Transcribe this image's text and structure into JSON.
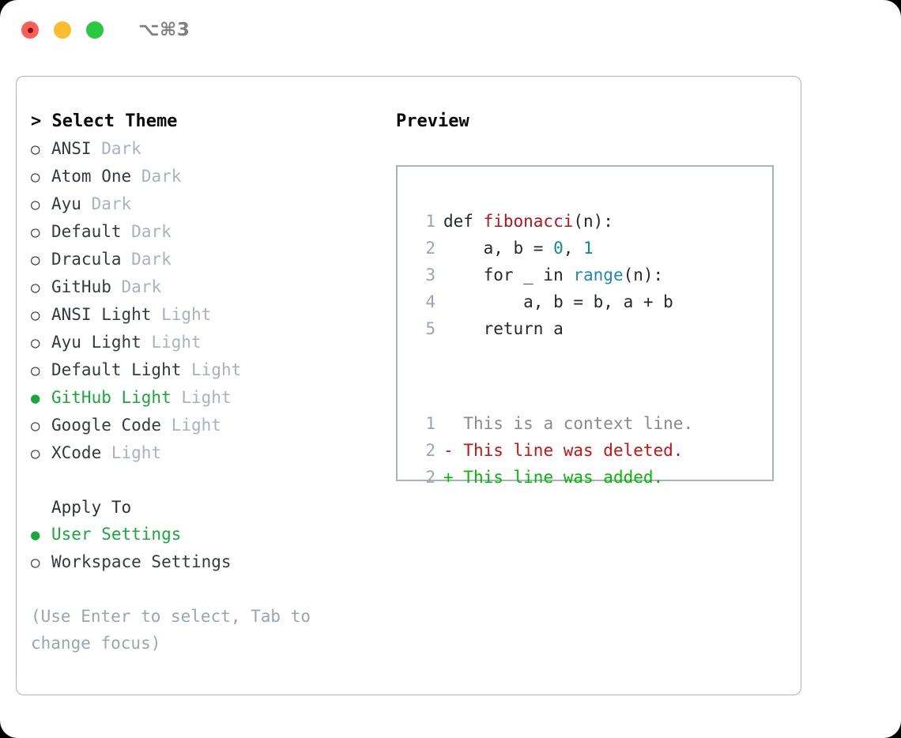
{
  "window": {
    "shortcut": "⌥⌘3",
    "traffic_lights": [
      "close-red",
      "minimize-yellow",
      "zoom-green"
    ]
  },
  "theme_panel": {
    "header": "> Select Theme",
    "items": [
      {
        "marker": "○",
        "name": "ANSI",
        "tag": "Dark",
        "selected": false
      },
      {
        "marker": "○",
        "name": "Atom One",
        "tag": "Dark",
        "selected": false
      },
      {
        "marker": "○",
        "name": "Ayu",
        "tag": "Dark",
        "selected": false
      },
      {
        "marker": "○",
        "name": "Default",
        "tag": "Dark",
        "selected": false
      },
      {
        "marker": "○",
        "name": "Dracula",
        "tag": "Dark",
        "selected": false
      },
      {
        "marker": "○",
        "name": "GitHub",
        "tag": "Dark",
        "selected": false
      },
      {
        "marker": "○",
        "name": "ANSI Light",
        "tag": "Light",
        "selected": false
      },
      {
        "marker": "○",
        "name": "Ayu Light",
        "tag": "Light",
        "selected": false
      },
      {
        "marker": "○",
        "name": "Default Light",
        "tag": "Light",
        "selected": false
      },
      {
        "marker": "●",
        "name": "GitHub Light",
        "tag": "Light",
        "selected": true
      },
      {
        "marker": "○",
        "name": "Google Code",
        "tag": "Light",
        "selected": false
      },
      {
        "marker": "○",
        "name": "XCode",
        "tag": "Light",
        "selected": false
      }
    ]
  },
  "apply_to": {
    "label": "Apply To",
    "options": [
      {
        "marker": "●",
        "name": "User Settings",
        "selected": true
      },
      {
        "marker": "○",
        "name": "Workspace Settings",
        "selected": false
      }
    ]
  },
  "hint": "(Use Enter to select, Tab to change focus)",
  "preview": {
    "header": "Preview",
    "code_lines": [
      {
        "num": "1",
        "segments": [
          {
            "text": "def ",
            "type": "plain"
          },
          {
            "text": "fibonacci",
            "type": "fn"
          },
          {
            "text": "(n):",
            "type": "plain"
          }
        ]
      },
      {
        "num": "2",
        "segments": [
          {
            "text": "    a, b = ",
            "type": "plain"
          },
          {
            "text": "0",
            "type": "num"
          },
          {
            "text": ", ",
            "type": "plain"
          },
          {
            "text": "1",
            "type": "num"
          }
        ]
      },
      {
        "num": "3",
        "segments": [
          {
            "text": "    for _ in ",
            "type": "plain"
          },
          {
            "text": "range",
            "type": "kw"
          },
          {
            "text": "(n):",
            "type": "plain"
          }
        ]
      },
      {
        "num": "4",
        "segments": [
          {
            "text": "        a, b = b, a + b",
            "type": "plain"
          }
        ]
      },
      {
        "num": "5",
        "segments": [
          {
            "text": "    return a",
            "type": "plain"
          }
        ]
      }
    ],
    "diff_lines": [
      {
        "num": "1",
        "prefix": "  ",
        "text": "This is a context line.",
        "kind": "context"
      },
      {
        "num": "2",
        "prefix": "- ",
        "text": "This line was deleted.",
        "kind": "deleted"
      },
      {
        "num": "2",
        "prefix": "+ ",
        "text": "This line was added.",
        "kind": "added"
      }
    ]
  },
  "colors": {
    "selected_green": "#18a83c",
    "diff_added": "#00bb00",
    "diff_deleted": "#cc1111",
    "border": "#a8b2c0",
    "muted": "#a8b2c0"
  }
}
